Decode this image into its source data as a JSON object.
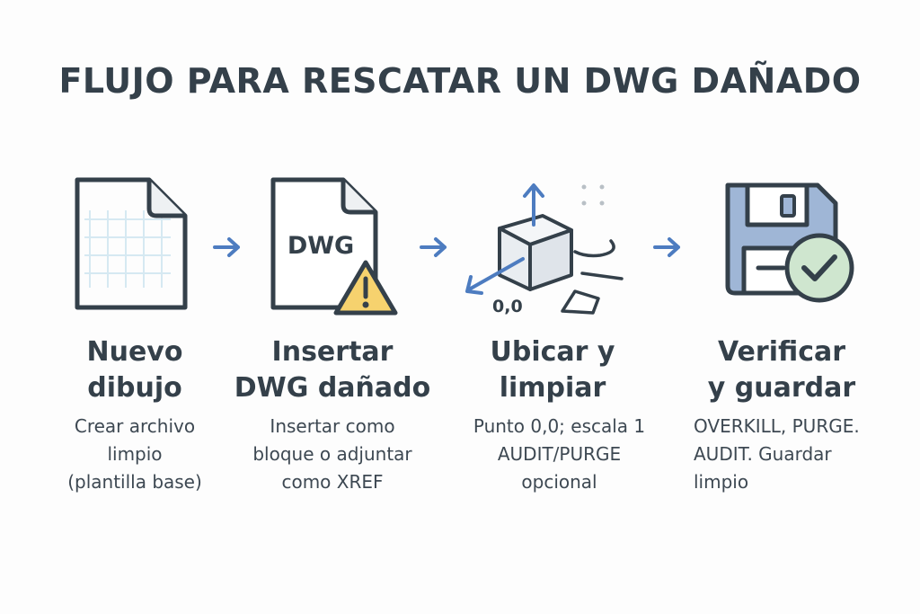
{
  "title": "FLUJO PARA RESCATAR UN DWG DAÑADO",
  "colors": {
    "ink": "#34404a",
    "accent_blue": "#4d7cc0",
    "warning_yellow": "#f6d26e",
    "check_green": "#cfe6cf",
    "floppy_blue": "#9fb6d6",
    "grid_blue": "#d6e9f2"
  },
  "steps": [
    {
      "icon": "blank-document-grid-icon",
      "title_lines": [
        "Nuevo",
        "dibujo"
      ],
      "desc_lines": [
        "Crear archivo",
        "limpio",
        "(plantilla base)"
      ]
    },
    {
      "icon": "dwg-document-warning-icon",
      "icon_label": "DWG",
      "title_lines": [
        "Insertar",
        "DWG dañado"
      ],
      "desc_lines": [
        "Insertar como",
        "bloque o adjuntar",
        "como XREF"
      ]
    },
    {
      "icon": "cube-origin-axes-icon",
      "icon_label": "0,0",
      "title_lines": [
        "Ubicar y",
        "limpiar"
      ],
      "desc_lines": [
        "Punto 0,0; escala 1",
        "AUDIT/PURGE",
        "opcional"
      ]
    },
    {
      "icon": "floppy-check-icon",
      "title_lines": [
        "Verificar",
        "y guardar"
      ],
      "desc_lines": [
        "OVERKILL, PURGE.",
        "AUDIT. Guardar",
        "limpio"
      ]
    }
  ]
}
